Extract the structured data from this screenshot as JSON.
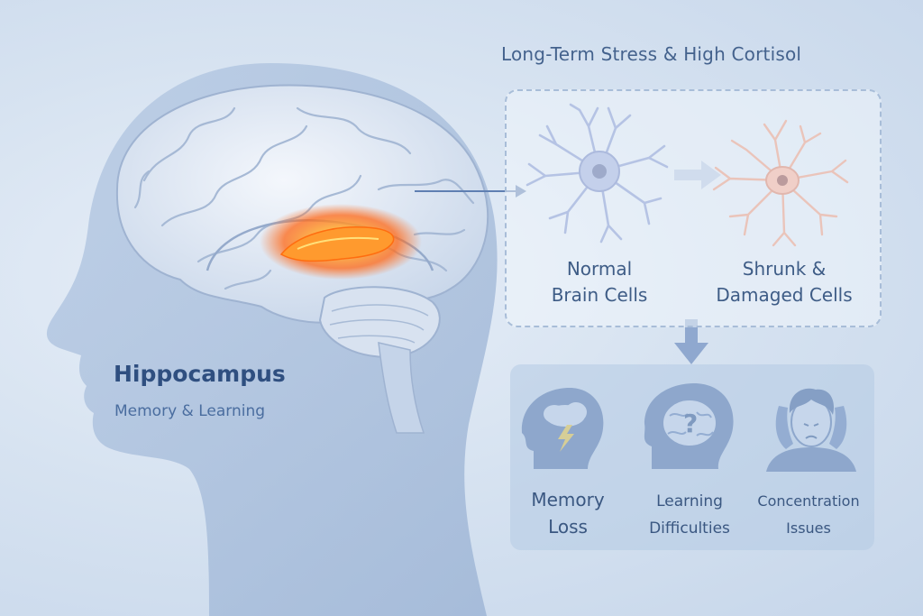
{
  "heading": "Long-Term Stress & High Cortisol",
  "hippocampus": {
    "title": "Hippocampus",
    "subtitle": "Memory & Learning"
  },
  "cells": {
    "normal": {
      "line1": "Normal",
      "line2": "Brain Cells",
      "color": "#6e86c8"
    },
    "damaged": {
      "line1": "Shrunk &",
      "line2": "Damaged Cells",
      "color": "#e3876c"
    }
  },
  "effects": [
    {
      "line1": "Memory",
      "line2": "Loss",
      "icon": "storm-cloud-head-icon"
    },
    {
      "line1": "Learning",
      "line2": "Difficulties",
      "icon": "question-brain-head-icon"
    },
    {
      "line1": "Concentration",
      "line2": "Issues",
      "icon": "stressed-person-icon"
    }
  ],
  "colors": {
    "highlight": "#ff7a1a",
    "brain": "#e9eff8",
    "head": "#a9bfdc"
  }
}
